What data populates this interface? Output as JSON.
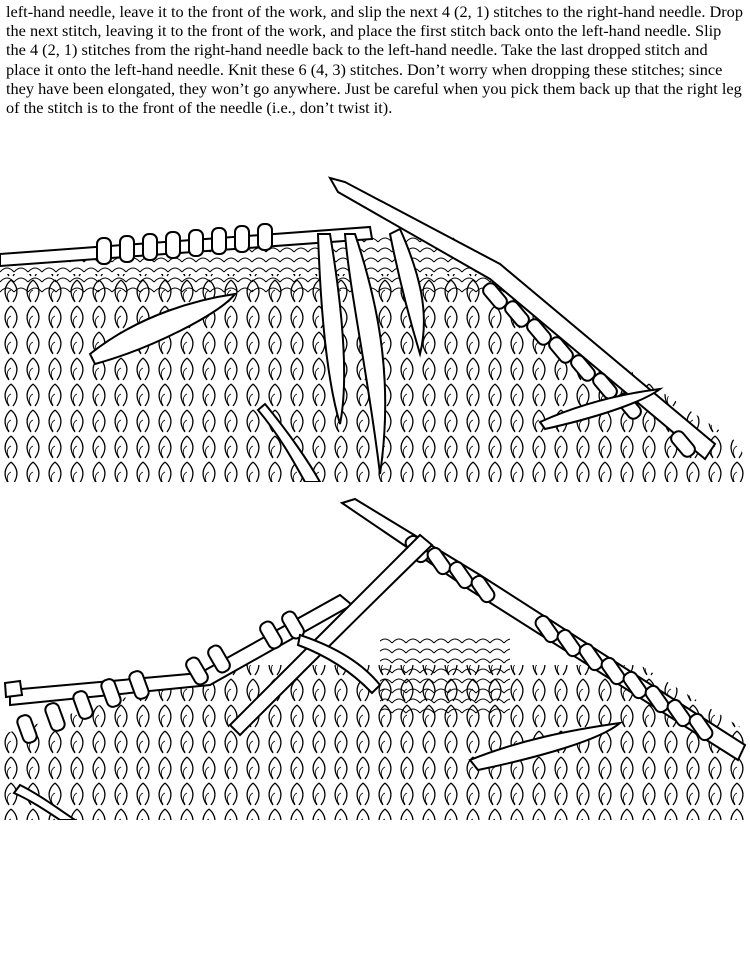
{
  "document": {
    "paragraph": "left-hand needle, leave it to the front of the work, and slip the next 4 (2, 1) stitches to the right-hand needle. Drop the next stitch, leaving it to the front of the work, and place the first stitch back onto the left-hand needle. Slip the 4 (2, 1) stitches from the right-hand needle back to the left-hand needle. Take the last dropped stitch and place it onto the left-hand needle. Knit these 6 (4, 3) stitches. Don’t worry when dropping these stitches; since they have been elongated, they won’t go anywhere. Just be careful when you pick them back up that the right leg of the stitch is to the front of the needle (i.e., don’t twist it)."
  },
  "figures": [
    {
      "id": "illustration-1",
      "depicts": "knitting-needles-dropped-stitches"
    },
    {
      "id": "illustration-2",
      "depicts": "knitting-needles-crossed-stitches"
    }
  ],
  "colors": {
    "ink": "#000000",
    "paper": "#ffffff"
  }
}
